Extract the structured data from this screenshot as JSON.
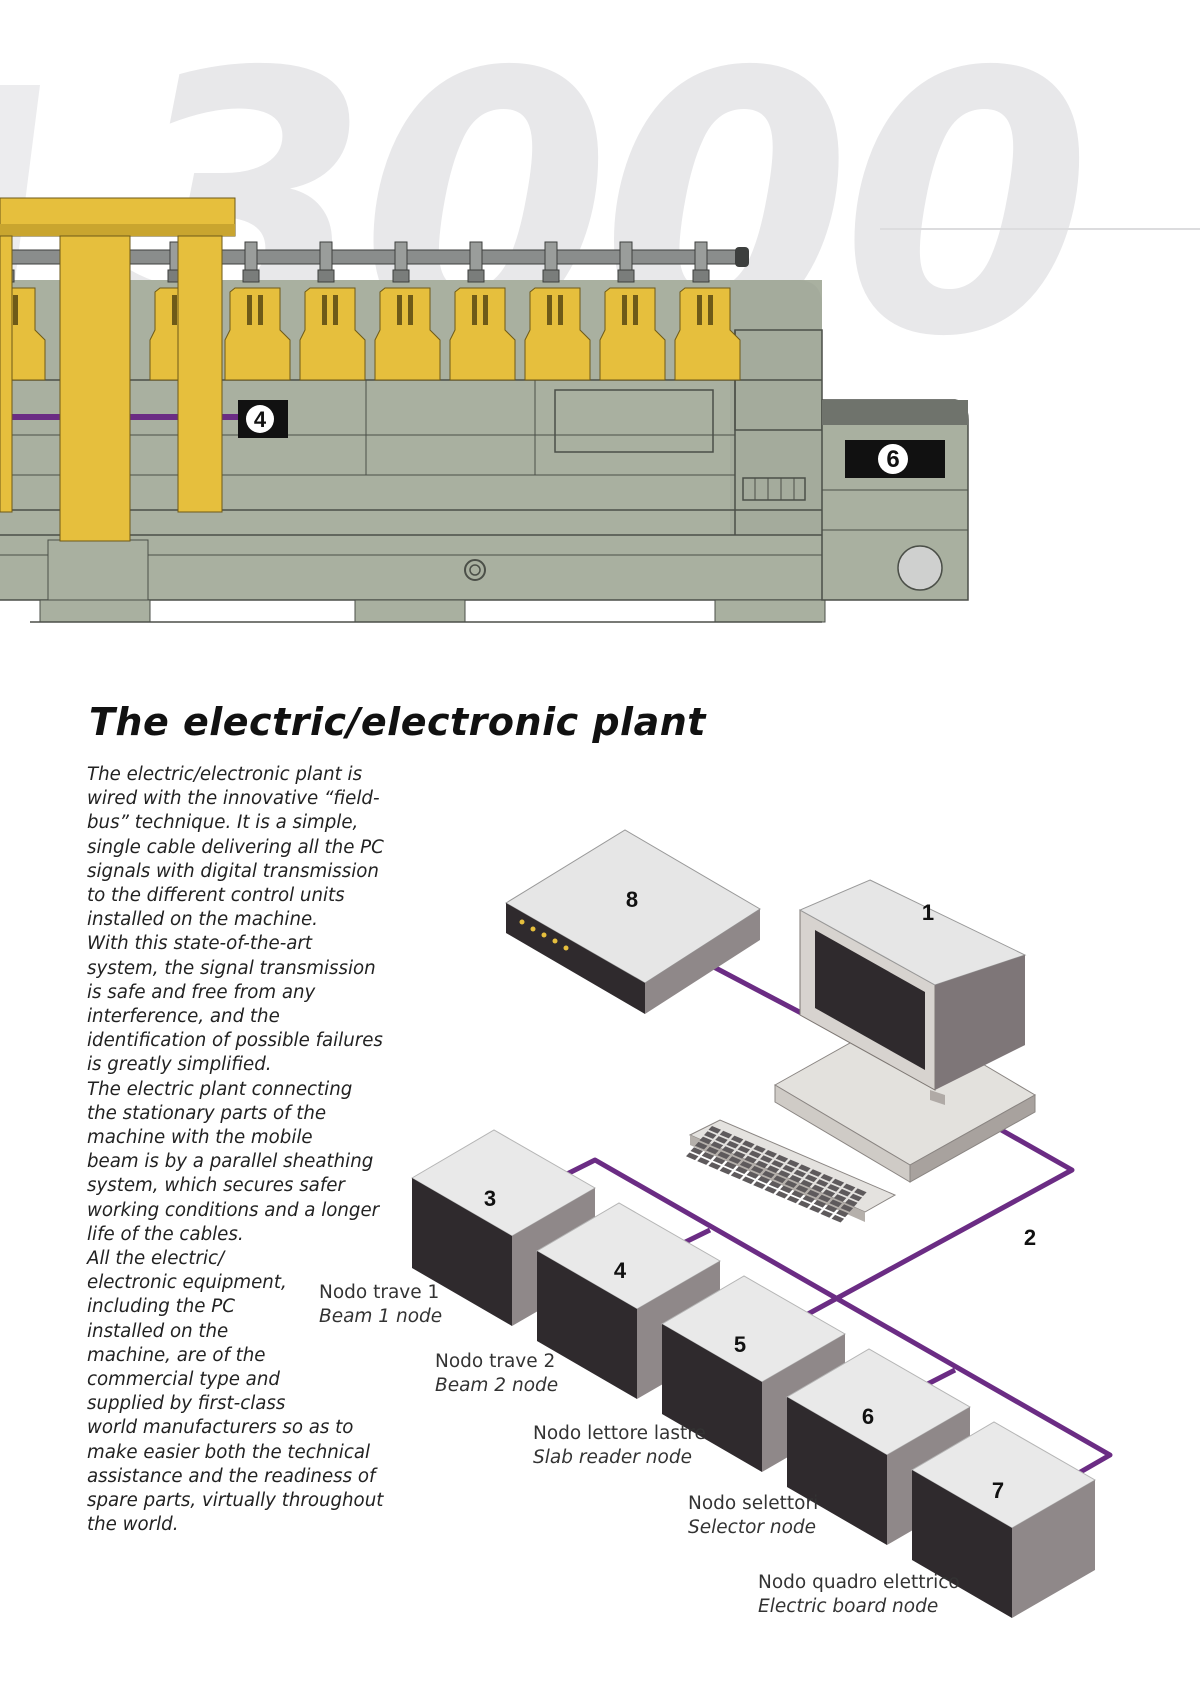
{
  "background_model": "3000",
  "machine": {
    "badges": [
      "4",
      "6"
    ]
  },
  "section": {
    "title": "The electric/electronic plant",
    "body_lines": [
      "The electric/electronic plant is",
      "wired with the innovative “field-",
      "bus” technique. It is a simple,",
      "single cable delivering all the PC",
      "signals with digital transmission",
      "to the different control units",
      "installed on the machine.",
      "With this state-of-the-art",
      "system, the signal transmission",
      "is safe and free from any",
      "interference, and the",
      "identification of possible failures",
      "is greatly simplified.",
      "The electric plant connecting",
      "the stationary parts of the",
      "machine with the mobile",
      "beam is by a parallel sheathing",
      "system, which secures safer",
      "working conditions and a longer",
      "life of the cables.",
      "All the electric/",
      "electronic equipment,",
      "including the PC",
      "installed on the",
      "machine, are of the",
      "commercial type and",
      "supplied by first-class",
      "world manufacturers so as to",
      "make easier both the technical",
      "assistance and the readiness of",
      "spare parts, virtually throughout",
      "the world."
    ]
  },
  "diagram": {
    "numbers": {
      "pc": "1",
      "bus": "2",
      "beam1": "3",
      "beam2": "4",
      "slab_reader": "5",
      "selector": "6",
      "electric_board": "7",
      "router": "8"
    },
    "labels": [
      {
        "it": "Nodo trave 1",
        "en": "Beam 1 node"
      },
      {
        "it": "Nodo trave 2",
        "en": "Beam 2 node"
      },
      {
        "it": "Nodo lettore lastre",
        "en": "Slab reader node"
      },
      {
        "it": "Nodo selettori",
        "en": "Selector node"
      },
      {
        "it": "Nodo quadro elettrico",
        "en": "Electric board node"
      }
    ]
  },
  "colors": {
    "machine_body": "#a9b0a0",
    "yellow": "#e6bf3d",
    "purple": "#6b2c84",
    "box_dark": "#2f2a2d",
    "box_light": "#e9e9e9",
    "box_mid": "#8f8889",
    "watermark": "#e8e8ea"
  }
}
